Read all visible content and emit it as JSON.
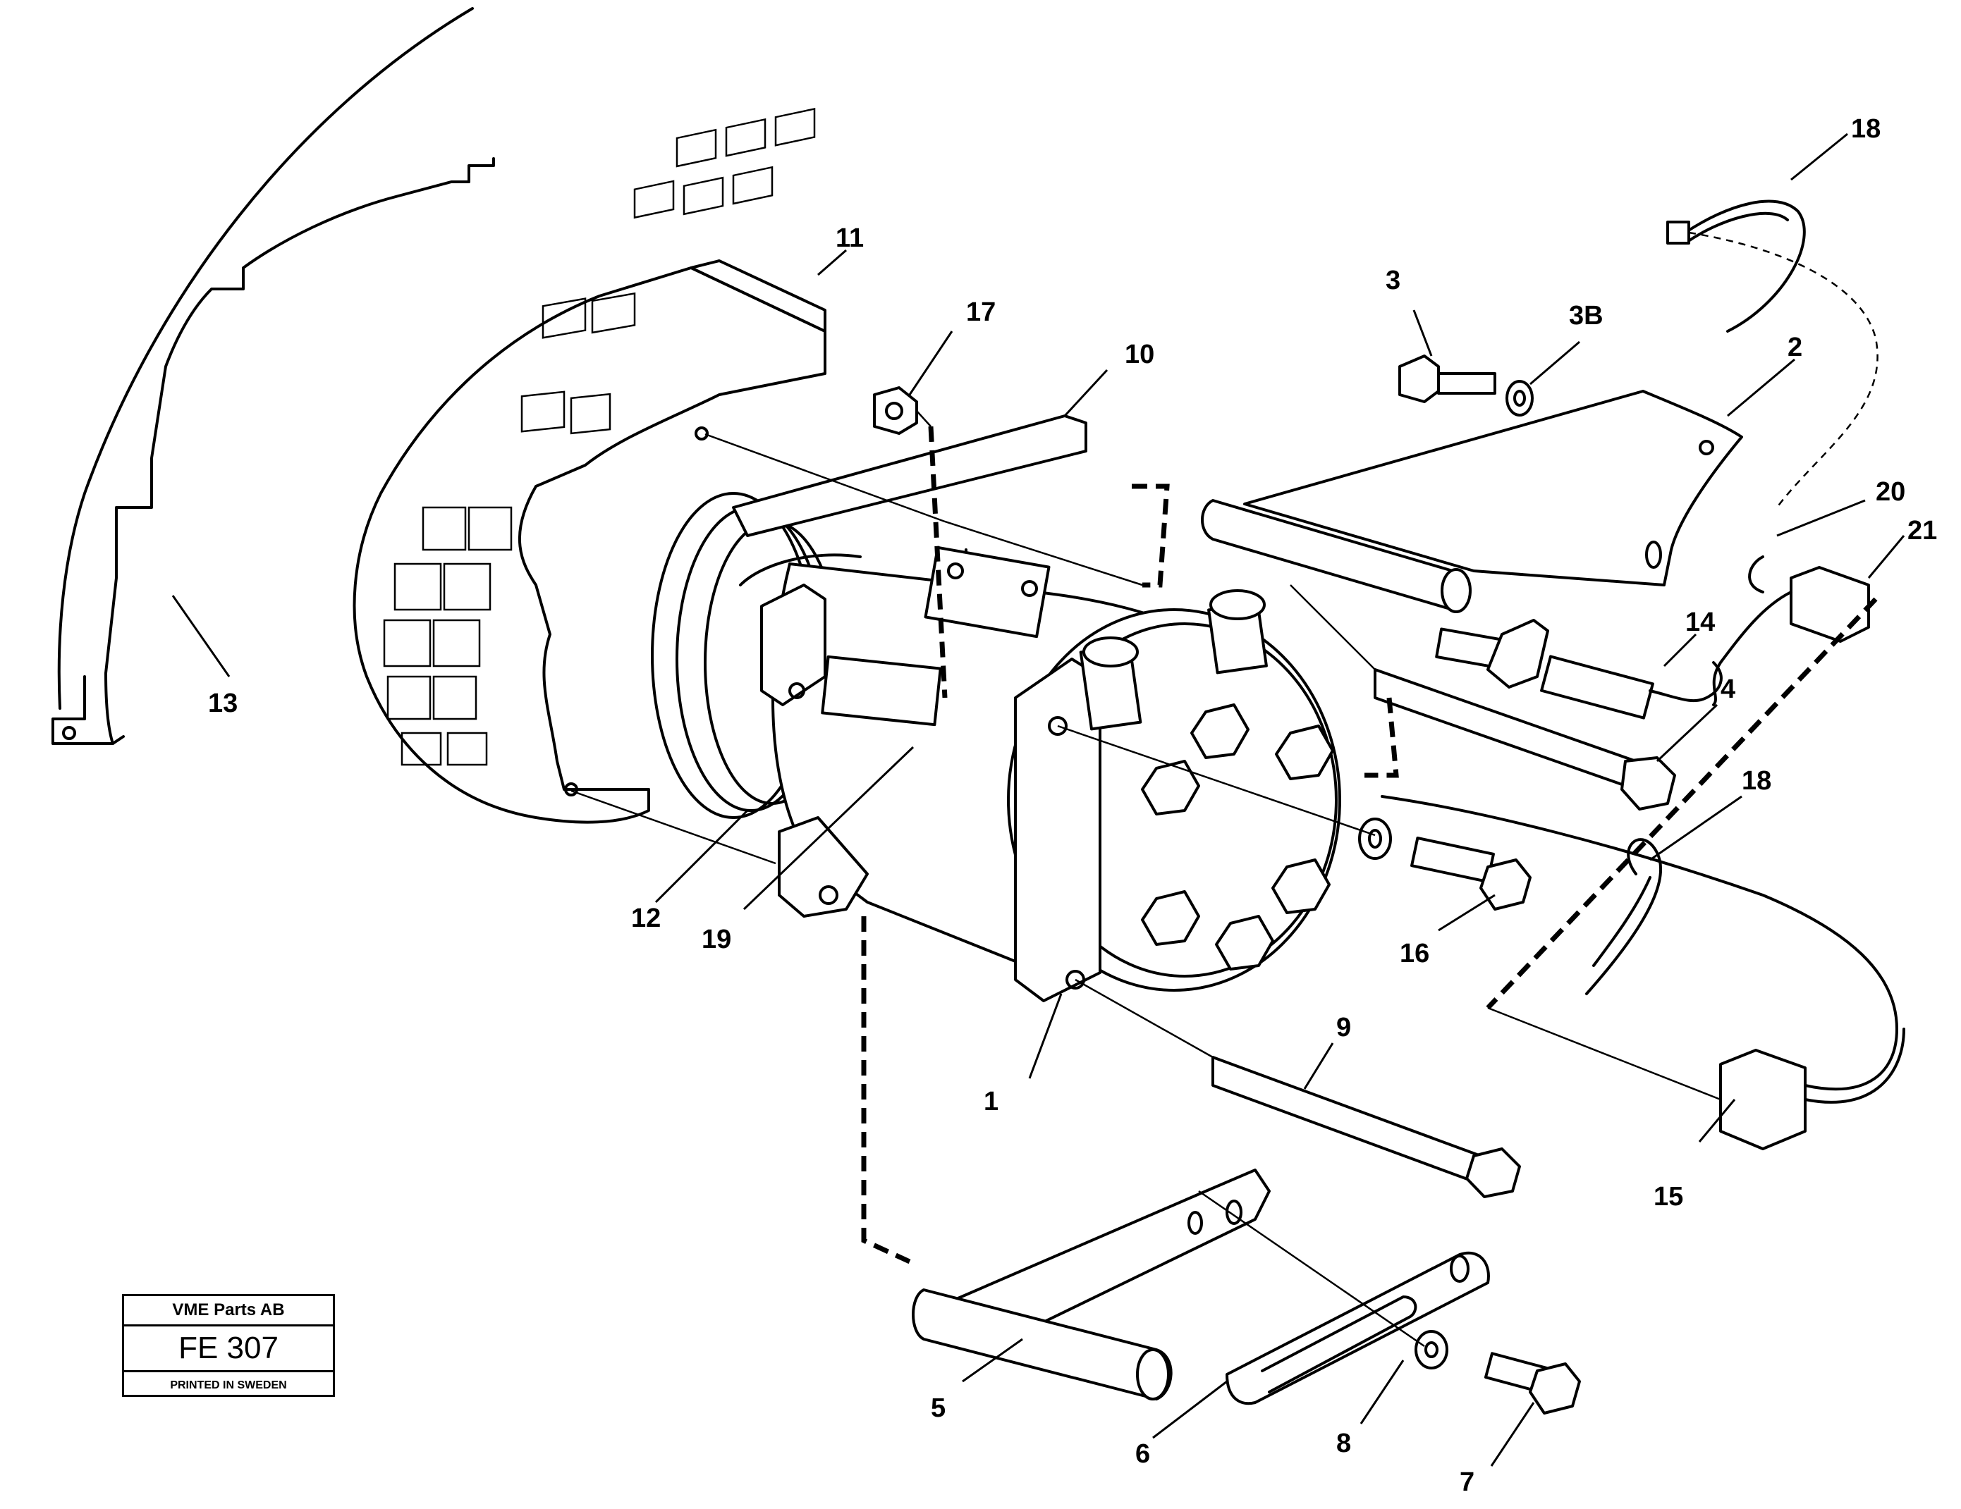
{
  "stamp": {
    "company": "VME Parts AB",
    "drawing_number": "FE 307",
    "printed": "PRINTED IN SWEDEN"
  },
  "callouts": [
    "1",
    "2",
    "3",
    "3B",
    "4",
    "5",
    "6",
    "7",
    "8",
    "9",
    "10",
    "11",
    "12",
    "13",
    "14",
    "15",
    "16",
    "17",
    "18",
    "18",
    "19",
    "20",
    "21"
  ]
}
